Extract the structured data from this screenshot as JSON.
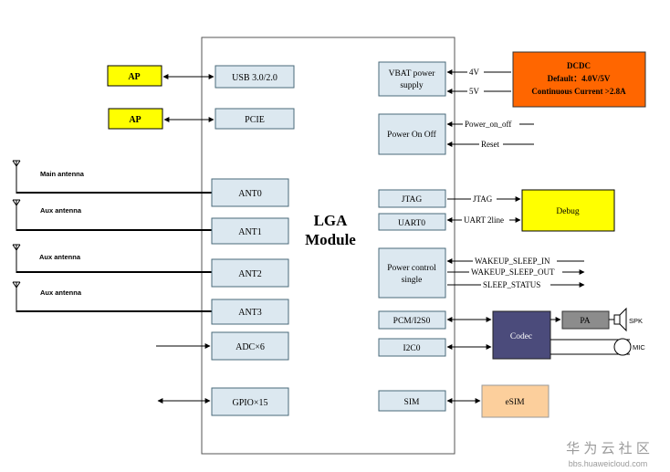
{
  "module": {
    "title_line1": "LGA",
    "title_line2": "Module"
  },
  "left": {
    "ap1": "AP",
    "ap2": "AP",
    "usb": "USB 3.0/2.0",
    "pcie": "PCIE",
    "antennas": [
      {
        "label": "Main antenna",
        "port": "ANT0"
      },
      {
        "label": "Aux antenna",
        "port": "ANT1"
      },
      {
        "label": "Aux antenna",
        "port": "ANT2"
      },
      {
        "label": "Aux antenna",
        "port": "ANT3"
      }
    ],
    "adc": "ADC×6",
    "gpio": "GPIO×15"
  },
  "right": {
    "vbat": [
      "VBAT power",
      "supply"
    ],
    "v4": "4V",
    "v5": "5V",
    "dcdc": [
      "DCDC",
      "Default：4.0V/5V",
      "Continuous Current >2.8A"
    ],
    "power_on_off": "Power On Off",
    "power_on_off_sig": "Power_on_off",
    "reset": "Reset",
    "jtag": "JTAG",
    "jtag_sig": "JTAG",
    "uart": "UART0",
    "uart_sig": "UART 2line",
    "debug": "Debug",
    "power_ctrl": [
      "Power control",
      "single"
    ],
    "wakeup_in": "WAKEUP_SLEEP_IN",
    "wakeup_out": "WAKEUP_SLEEP_OUT",
    "sleep_status": "SLEEP_STATUS",
    "pcm": "PCM/I2S0",
    "i2c": "I2C0",
    "codec": "Codec",
    "pa": "PA",
    "spk": "SPK",
    "mic": "MIC",
    "sim": "SIM",
    "esim": "eSIM"
  },
  "watermark": {
    "title": "华 为 云 社 区",
    "url": "bbs.huaweicloud.com"
  },
  "colors": {
    "box_fill": "#dce8f0",
    "ap_fill": "#ffff00",
    "dcdc_fill": "#ff6600",
    "codec_fill": "#4b4b7b",
    "pa_fill": "#8c8c8c",
    "esim_fill": "#fccf9c"
  }
}
